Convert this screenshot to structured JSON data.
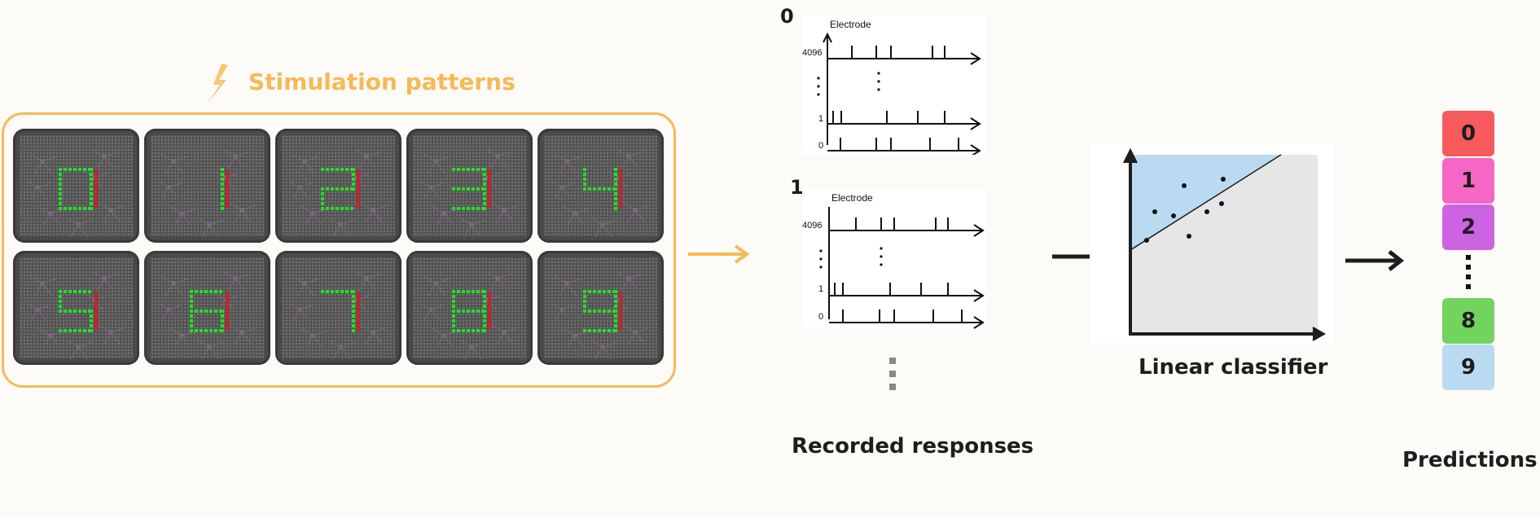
{
  "stimulation": {
    "title": "Stimulation patterns",
    "digits": [
      "0",
      "1",
      "2",
      "3",
      "4",
      "5",
      "6",
      "7",
      "8",
      "9"
    ]
  },
  "responses": {
    "title": "Recorded responses",
    "panels": [
      {
        "label": "0",
        "axis_title": "Electrode",
        "ticks": [
          "4096",
          "1",
          "0"
        ]
      },
      {
        "label": "1",
        "axis_title": "Electrode",
        "ticks": [
          "4096",
          "1",
          "0"
        ]
      }
    ]
  },
  "classifier": {
    "title": "Linear classifier"
  },
  "predictions": {
    "title": "Predictions",
    "items": [
      {
        "label": "0",
        "color": "#f75a5d"
      },
      {
        "label": "1",
        "color": "#f566c5"
      },
      {
        "label": "2",
        "color": "#cc63e3"
      },
      {
        "label": "8",
        "color": "#72d35d"
      },
      {
        "label": "9",
        "color": "#b9daf0"
      }
    ]
  },
  "colors": {
    "accent": "#f7b955",
    "electrode_on": "#22e024",
    "electrode_alt": "#c0262c",
    "class_region": "#b9daf0",
    "bg_region": "#e6e6e6"
  }
}
